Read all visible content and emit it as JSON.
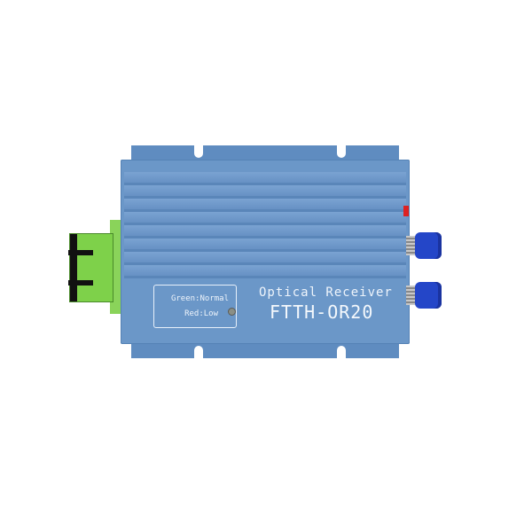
{
  "product": {
    "name": "Optical Receiver",
    "model": "FTTH-OR20",
    "indicator_legend": {
      "line1": "Green:Normal",
      "line2": "Red:Low"
    },
    "colors": {
      "housing": "#6b97c8",
      "sc_adapter": "#7ed14a",
      "f_connector": "#2446c8",
      "background": "#ffffff"
    }
  }
}
